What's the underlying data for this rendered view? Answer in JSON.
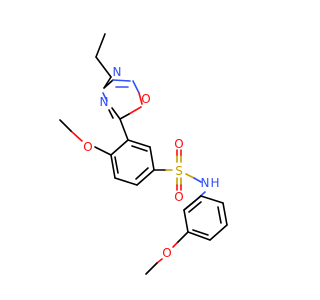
{
  "atoms": {
    "o_ring": "O",
    "n_ring_top": "N",
    "n_ring_left": "N",
    "o_methoxy_left": "O",
    "o_sulfonyl_top": "O",
    "o_sulfonyl_bottom": "O",
    "s_sulfonyl": "S",
    "n_amide": "N",
    "h_amide": "H",
    "o_methoxy_bottom": "O"
  },
  "colors": {
    "carbon_bond": "#000000",
    "oxygen": "#ff0d0d",
    "nitrogen": "#3050f8",
    "sulfur": "#c8a000",
    "background": "#ffffff"
  }
}
